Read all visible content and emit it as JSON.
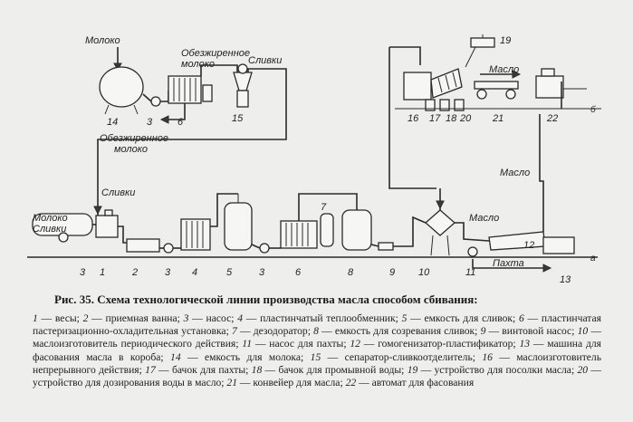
{
  "flow_labels": {
    "milk_top": "Молоко",
    "skim_top_line1": "Обезжиренное",
    "skim_top_line2": "молоко",
    "cream_top": "Сливки",
    "skim_mid_line1": "Обезжиренное",
    "skim_mid_line2": "молоко",
    "cream_left": "Сливки",
    "milk_inlet_line1": "Молоко",
    "milk_inlet_line2": "Сливки",
    "butter_top": "Масло",
    "butter_right": "Масло",
    "butter_low": "Масло",
    "buttermilk": "Пахта"
  },
  "line_markers": {
    "a": "а",
    "b": "б"
  },
  "equipment_numbers": {
    "n14": "14",
    "n3_top": "3",
    "n6_top": "6",
    "n15": "15",
    "n16": "16",
    "n17": "17",
    "n18": "18",
    "n20": "20",
    "n21": "21",
    "n22": "22",
    "n19": "19",
    "n3_a": "3",
    "n1": "1",
    "n2": "2",
    "n3_b": "3",
    "n4": "4",
    "n5": "5",
    "n3_c": "3",
    "n6": "6",
    "n7": "7",
    "n8": "8",
    "n9": "9",
    "n10": "10",
    "n11": "11",
    "n12": "12",
    "n13": "13"
  },
  "caption": "Рис. 35. Схема технологической линии производства масла способом сбивания:",
  "legend": [
    {
      "num": "1",
      "text": " — весы; "
    },
    {
      "num": "2",
      "text": " — приемная ванна; "
    },
    {
      "num": "3",
      "text": " — насос; "
    },
    {
      "num": "4",
      "text": " — пластинчатый теплообменник; "
    },
    {
      "num": "5",
      "text": " — емкость для сливок; "
    },
    {
      "num": "6",
      "text": " — пластинчатая пастеризационно-охладительная установка; "
    },
    {
      "num": "7",
      "text": " — дезодоратор; "
    },
    {
      "num": "8",
      "text": " — емкость для созревания сливок; "
    },
    {
      "num": "9",
      "text": " — винтовой насос; "
    },
    {
      "num": "10",
      "text": " — маслоизготовитель периодического действия; "
    },
    {
      "num": "11",
      "text": " — насос для пахты; "
    },
    {
      "num": "12",
      "text": " — гомогенизатор-пластификатор; "
    },
    {
      "num": "13",
      "text": " — машина для фасования масла в короба; "
    },
    {
      "num": "14",
      "text": " — емкость для молока; "
    },
    {
      "num": "15",
      "text": " — сепаратор-сливкоотделитель; "
    },
    {
      "num": "16",
      "text": " — маслоизготовитель непрерывного действия; "
    },
    {
      "num": "17",
      "text": " — бачок для пахты; "
    },
    {
      "num": "18",
      "text": " — бачок для промывной воды; "
    },
    {
      "num": "19",
      "text": " — устройство для посолки масла; "
    },
    {
      "num": "20",
      "text": " — устройство для дозирования воды в масло; "
    },
    {
      "num": "21",
      "text": " — конвейер для масла; "
    },
    {
      "num": "22",
      "text": " — автомат для фасования"
    }
  ]
}
